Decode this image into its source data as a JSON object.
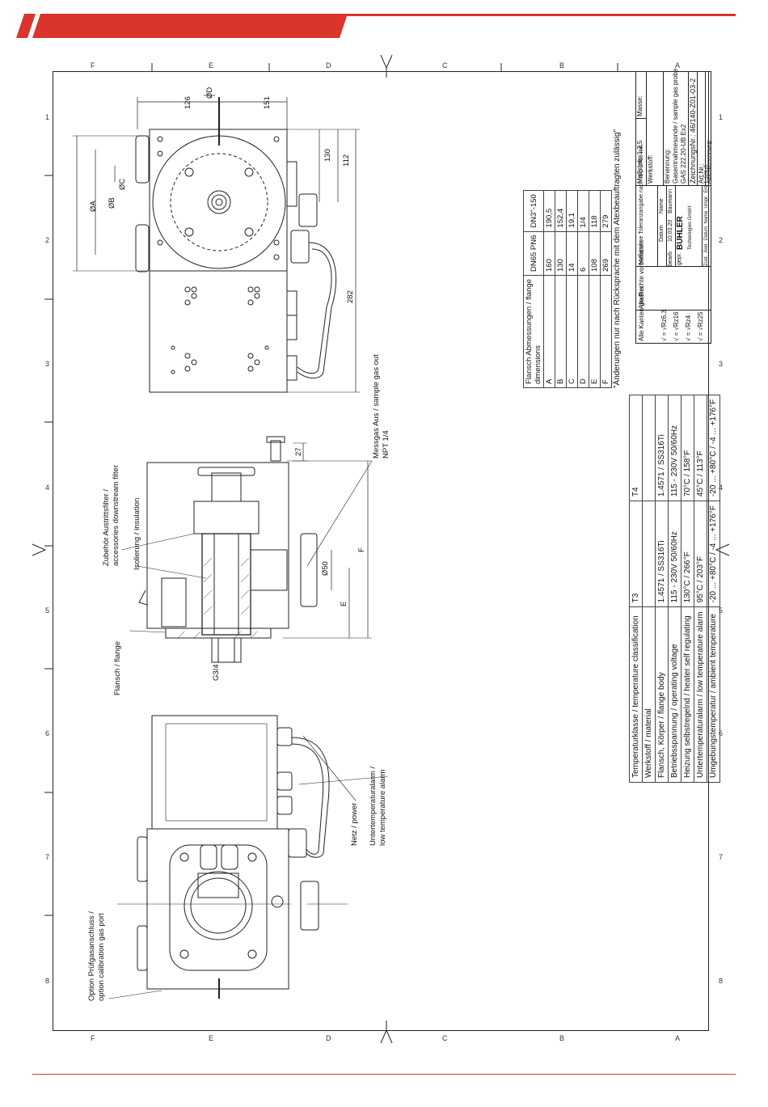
{
  "header": {
    "accent_color": "#d9352c"
  },
  "zones": {
    "top": [
      "F",
      "E",
      "D",
      "C",
      "B",
      "A"
    ],
    "side": [
      "1",
      "2",
      "3",
      "4",
      "5",
      "6",
      "7",
      "8"
    ]
  },
  "dimensions_top_view": {
    "d_label": "ØD",
    "left": "126",
    "right": "151",
    "a": "ØA",
    "b": "ØB",
    "c": "ØC",
    "h1": "130",
    "h2": "112",
    "len": "282"
  },
  "dimensions_section": {
    "dim_27": "27",
    "phi50": "Ø50",
    "e": "E",
    "f": "F",
    "g34": "G3/4"
  },
  "labels": {
    "accessory": [
      "Zubehör Austrittsfilter /",
      "accessories downstream filter"
    ],
    "insulation": "Isolierung / insulation",
    "flange": "Flansch / flange",
    "gas_out": [
      "Messgas Aus / sample gas out",
      "NPT 1/4"
    ],
    "power": "Netz / power",
    "low_temp": [
      "Untertemperaturalarm /",
      "low temperature alarm"
    ],
    "cal_port": [
      "Option Prüfgasanschluss /",
      "option calibration gas port"
    ],
    "notice": "\"Änderungen nur nach Rücksprache mit dem Atexbeauftragten zulässig\""
  },
  "spec_table": {
    "headers": [
      "Temperaturklasse / temperature classification",
      "T3",
      "T4"
    ],
    "rows": [
      [
        "Werkstoff / material",
        "",
        ""
      ],
      [
        "Flansch, Körper / flange body",
        "1.4571 / SS316Ti",
        "1.4571 / SS316Ti"
      ],
      [
        "Betriebsspannung / operating voltage",
        "115 - 230V 50/60Hz",
        "115 - 230V 50/60Hz"
      ],
      [
        "Heizung selbstregelnd / heater self regulating",
        "130°C / 266°F",
        "70°C / 158°F"
      ],
      [
        "Untertemperaturalarm / low temperature alarm",
        "95°C / 203°F",
        "45°C / 113°F"
      ],
      [
        "Umgebungstemperatur / ambient temperature",
        "-20 ... +80°C / -4 ... +176°F",
        "-20 ... +80°C / -4 ... +176°F"
      ]
    ]
  },
  "flange_table": {
    "header": [
      "Flansch Abmessungen / flange dimensions",
      "DN65 PN6",
      "DN3\"-150"
    ],
    "rows": [
      [
        "A",
        "160",
        "190,5"
      ],
      [
        "B",
        "130",
        "152,4"
      ],
      [
        "C",
        "14",
        "19,1"
      ],
      [
        "D",
        "6",
        "1/4"
      ],
      [
        "E",
        "108",
        "118"
      ],
      [
        "F",
        "269",
        "279"
      ]
    ]
  },
  "title_block": {
    "kanten": "Alle Kanten gratfrei",
    "rechte": "Alle Rechte vorbehalten",
    "masse": "Maße ohne Toleranzangabe nach ISO 2768 mK",
    "datum_col": "Datum",
    "name_col": "Name",
    "bearb": "bearb",
    "bearb_date": "10.03.20",
    "bearb_name": "Baumann",
    "gepr": "gepr.",
    "massstab": "Maßstab: 1:2,5",
    "masse2": "Masse:",
    "werkstoff": "Werkstoff:",
    "benennung": "Benennung:",
    "benennung_val1": "Gasentnahmesonde / sample gas probe",
    "benennung_val2": "GAS 222.20-UB Ex2",
    "zeichnung": "ZeichnungsNr.: 46/140-Z01-03-2",
    "artnr": "Art.Nr.:",
    "ableitung": "Ableitbenennung:",
    "company": "BÜHLER",
    "company_sub": "Technologies GmbH",
    "rev_cols": [
      "Zust.",
      "Änd.",
      "Datum",
      "Name",
      "Urspr.",
      "Ers. f.",
      "Ers. d."
    ],
    "roughness": [
      "√ = √Rz6,3",
      "√ = √Rz16",
      "√ = √Rz4",
      "√ = √Rz25"
    ]
  }
}
